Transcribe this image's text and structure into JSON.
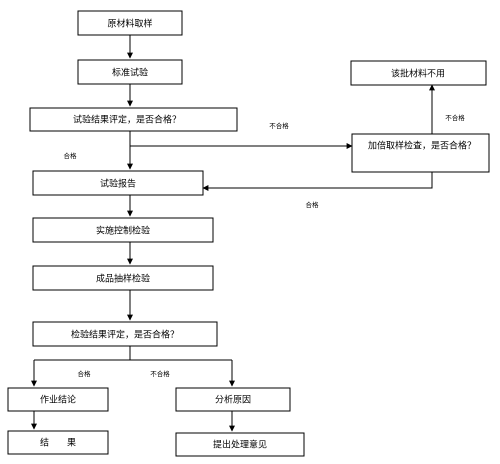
{
  "nodes": {
    "raw_sampling": "原材料取样",
    "standard_test": "标准试验",
    "test_judgement": "试验结果评定，是否合格？",
    "batch_unusable": "该批材料不用",
    "double_sampling": "加倍取样检查，是否合格？",
    "test_report": "试验报告",
    "process_control": "实施控制检验",
    "product_sampling": "成品抽样检验",
    "inspection_judgement": "检验结果评定，是否合格？",
    "work_conclusion": "作业结论",
    "result": "结　　果",
    "analyze_cause": "分析原因",
    "propose_handling": "提出处理意见"
  },
  "edges": {
    "judgement_fail": "不合格",
    "judgement_pass": "合格",
    "double_fail": "不合格",
    "double_pass": "合格",
    "inspection_pass": "合格",
    "inspection_fail": "不合格"
  },
  "colors": {
    "line": "#000000",
    "fill": "#ffffff"
  }
}
